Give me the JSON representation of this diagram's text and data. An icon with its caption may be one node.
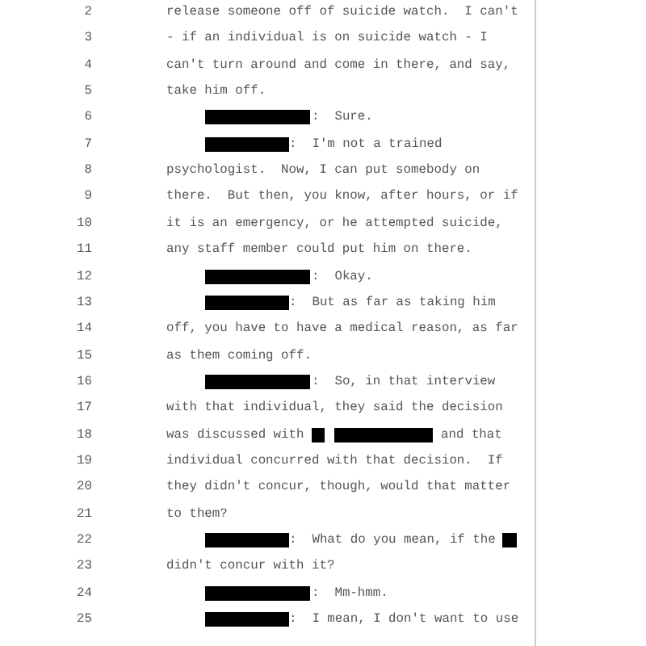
{
  "diagram": {
    "labels": [
      "2",
      "release someone off of suicide watch.  I can't",
      "3",
      "- if an individual is on suicide watch - I",
      "4",
      "can't turn around and come in there, and say,",
      "5",
      "take him off.",
      "6",
      ":  Sure.",
      "7",
      ":  I'm not a trained",
      "8",
      "psychologist.  Now, I can put somebody on",
      "9",
      "there.  But then, you know, after hours, or if",
      "10",
      "it is an emergency, or he attempted suicide,",
      "11",
      "any staff member could put him on there.",
      "12",
      ":  Okay.",
      "13",
      ":  But as far as taking him",
      "14",
      "off, you have to have a medical reason, as far",
      "15",
      "as them coming off.",
      "16",
      ":  So, in that interview",
      "17",
      "with that individual, they said the decision",
      "18",
      "was discussed with",
      "and that",
      "19",
      "individual concurred with that decision.  If",
      "20",
      "they didn't concur, though, would that matter",
      "21",
      "to them?",
      "22",
      ":  What do you mean, if the",
      "23",
      "didn't concur with it?",
      "24",
      ":  Mm-hmm.",
      "25",
      ":  I mean, I don't want to use"
    ]
  }
}
